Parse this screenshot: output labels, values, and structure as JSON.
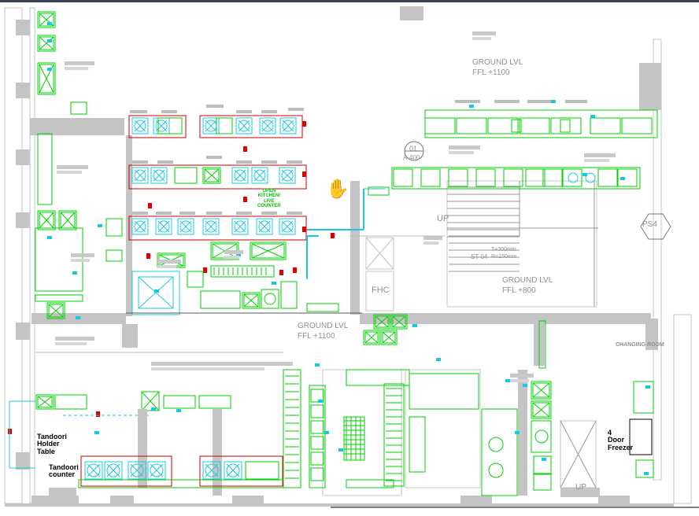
{
  "topbar_color": "#3a4250",
  "labels": {
    "ground_lvl_1": "GROUND LVL",
    "ffl_1": "FFL +1100",
    "ground_lvl_2": "GROUND LVL",
    "ffl_2": "FFL +800",
    "ground_lvl_3": "GROUND LVL",
    "ffl_3": "FFL +1100",
    "grid_bubble": "01",
    "grid_ref": "A-400",
    "up_1": "UP",
    "up_2": "UP",
    "stair_tag": "ST-04",
    "stair_t": "T=300mm",
    "stair_r": "R=150mm",
    "fhc": "FHC",
    "ps4": "PS4",
    "tandoori_holder": "Tandoori\nHolder\nTable",
    "tandoori_counter": "Tandoori\ncounter",
    "door_freezer": "4\nDoor\nFreezer",
    "open_kitchen": "OPEN\nKITCHEN/\nLIVE\nCOUNTER",
    "changing_room": "CHANGING\nROOM"
  },
  "colors": {
    "wall": "#c4c4c4",
    "equipment": "#00d200",
    "hood": "#cc0000",
    "dim": "#18c8e0",
    "tag": "#e00000",
    "text": "#8f8f8f",
    "line": "#555555"
  },
  "icons": [
    "hand-cursor-icon"
  ]
}
